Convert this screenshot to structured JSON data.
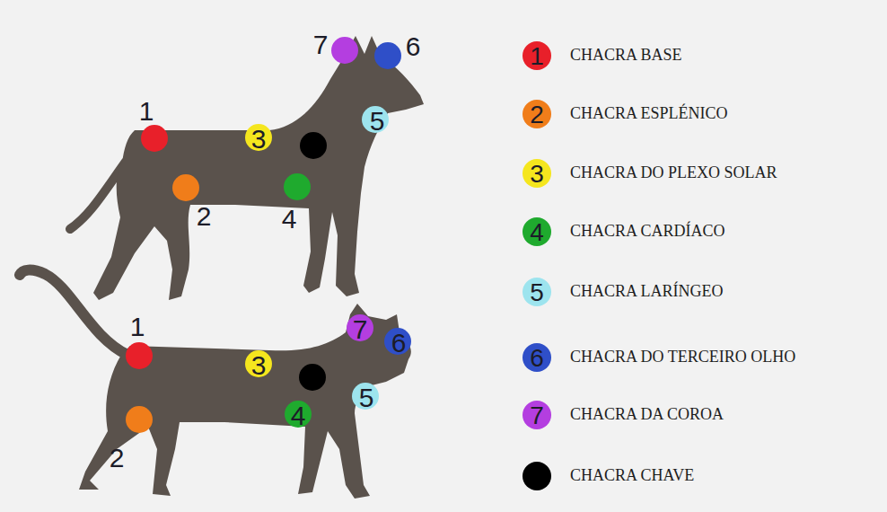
{
  "diagram": {
    "labels": [
      "1",
      "2",
      "3",
      "4",
      "5",
      "6",
      "7",
      "1",
      "2",
      "3",
      "4",
      "5",
      "6",
      "7",
      "1",
      "2",
      "3",
      "4",
      "5",
      "6",
      "7"
    ],
    "legend": [
      {
        "text": "CHACRA BASE",
        "color": "#e8202a"
      },
      {
        "text": "CHACRA ESPLÉNICO",
        "color": "#f07d1a"
      },
      {
        "text": "CHACRA DO PLEXO SOLAR",
        "color": "#f5e61e"
      },
      {
        "text": "CHACRA CARDÍACO",
        "color": "#1faa2e"
      },
      {
        "text": "CHACRA LARÍNGEO",
        "color": "#9de4ee"
      },
      {
        "text": "CHACRA DO TERCEIRO OLHO",
        "color": "#2f4fc8"
      },
      {
        "text": "CHACRA DA COROA",
        "color": "#b43ee0"
      },
      {
        "text": "CHACRA CHAVE",
        "color": "#000000"
      }
    ]
  }
}
